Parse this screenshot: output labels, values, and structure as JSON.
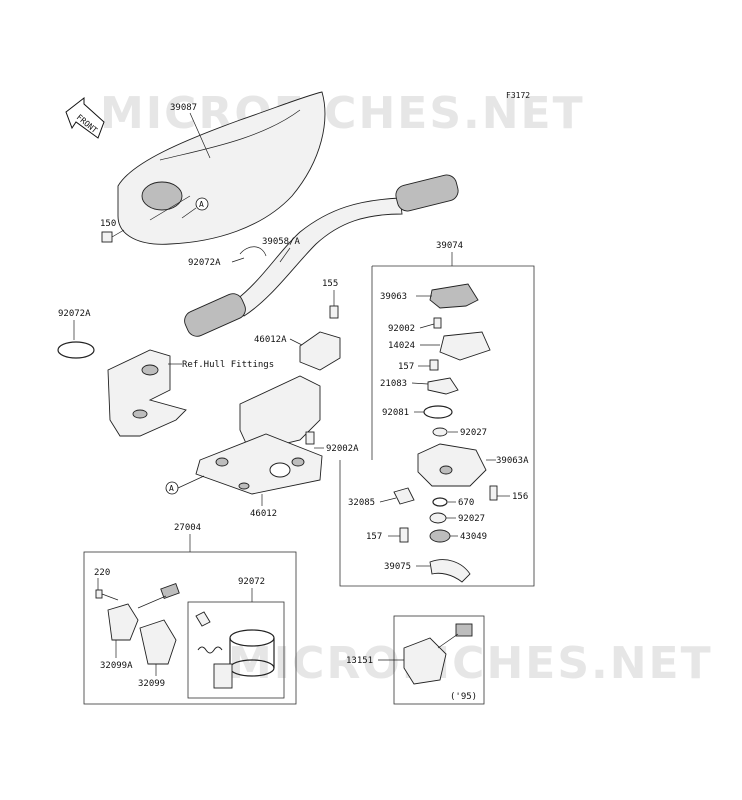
{
  "figure_code": "F3172",
  "watermark_text": "MICROFICHES.NET",
  "front_arrow_label": "FRONT",
  "ref_note": "Ref.Hull Fittings",
  "revision_note": "('95)",
  "reference_marker": "A",
  "parts": {
    "p39087": "39087",
    "p150": "150",
    "p92072A_top": "92072A",
    "p39058A": "39058/A",
    "p92072A_left": "92072A",
    "p155": "155",
    "p46012A": "46012A",
    "p92002A": "92002A",
    "p46012": "46012",
    "p39074": "39074",
    "p39063": "39063",
    "p92002": "92002",
    "p14024": "14024",
    "p157_a": "157",
    "p21083": "21083",
    "p92081": "92081",
    "p92027_a": "92027",
    "p39063A": "39063A",
    "p32085": "32085",
    "p670": "670",
    "p156": "156",
    "p92027_b": "92027",
    "p157_b": "157",
    "p43049": "43049",
    "p39075": "39075",
    "p27004": "27004",
    "p220": "220",
    "p92072": "92072",
    "p32099A": "32099A",
    "p32099": "32099",
    "p13151": "13151"
  }
}
